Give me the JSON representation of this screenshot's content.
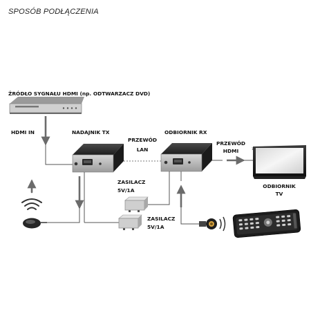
{
  "title": "SPOSÓB PODŁĄCZENIA",
  "labels": {
    "source": "ŹRÓDŁO SYGNAŁU HDMI (np. ODTWARZACZ DVD)",
    "hdmi_in": "HDMI IN",
    "transmitter": "NADAJNIK TX",
    "receiver": "ODBIORNIK RX",
    "lan_cable_line1": "PRZEWÓD",
    "lan_cable_line2": "LAN",
    "hdmi_cable_line1": "PRZEWÓD",
    "hdmi_cable_line2": "HDMI",
    "psu_rx_line1": "ZASILACZ",
    "psu_rx_line2": "5V/1A",
    "psu_tx_line1": "ZASILACZ",
    "psu_tx_line2": "5V/1A",
    "tv_line1": "ODBIORNIK",
    "tv_line2": "TV"
  },
  "icons": {
    "dvd_player": "dvd-player-icon",
    "transmitter": "hdmi-extender-tx-icon",
    "receiver": "hdmi-extender-rx-icon",
    "tv": "tv-icon",
    "ir_emitter": "ir-emitter-icon",
    "ir_receiver": "ir-receiver-icon",
    "remote": "remote-control-icon",
    "psu": "power-supply-icon",
    "wireless": "wireless-signal-icon"
  },
  "colors": {
    "device_dark": "#2b2b2b",
    "device_light": "#bfbfbf",
    "line": "#555555",
    "arrow": "#6b6b6b"
  }
}
